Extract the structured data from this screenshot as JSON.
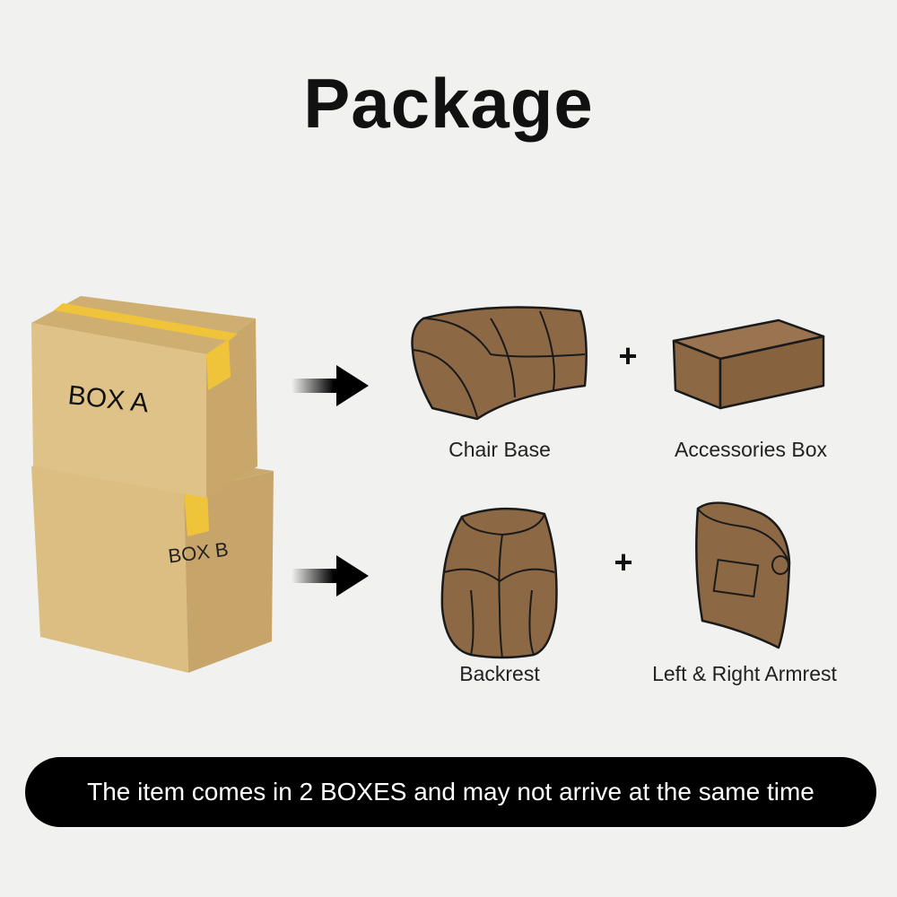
{
  "title": "Package",
  "boxes": {
    "box_a": "BOX A",
    "box_b": "BOX B"
  },
  "row1": {
    "item1": {
      "label": "Chair Base",
      "icon": "chair-base-icon"
    },
    "plus": "+",
    "item2": {
      "label": "Accessories Box",
      "icon": "accessories-box-icon"
    }
  },
  "row2": {
    "item1": {
      "label": "Backrest",
      "icon": "backrest-icon"
    },
    "plus": "+",
    "item2": {
      "label": "Left & Right Armrest",
      "icon": "armrest-icon"
    }
  },
  "banner": "The item comes in 2 BOXES and may not arrive at the same time",
  "colors": {
    "background": "#f1f1f0",
    "cardboard": "#d8b97e",
    "tape": "#f0c43a",
    "part_fill": "#8d6844",
    "banner": "#000000"
  }
}
